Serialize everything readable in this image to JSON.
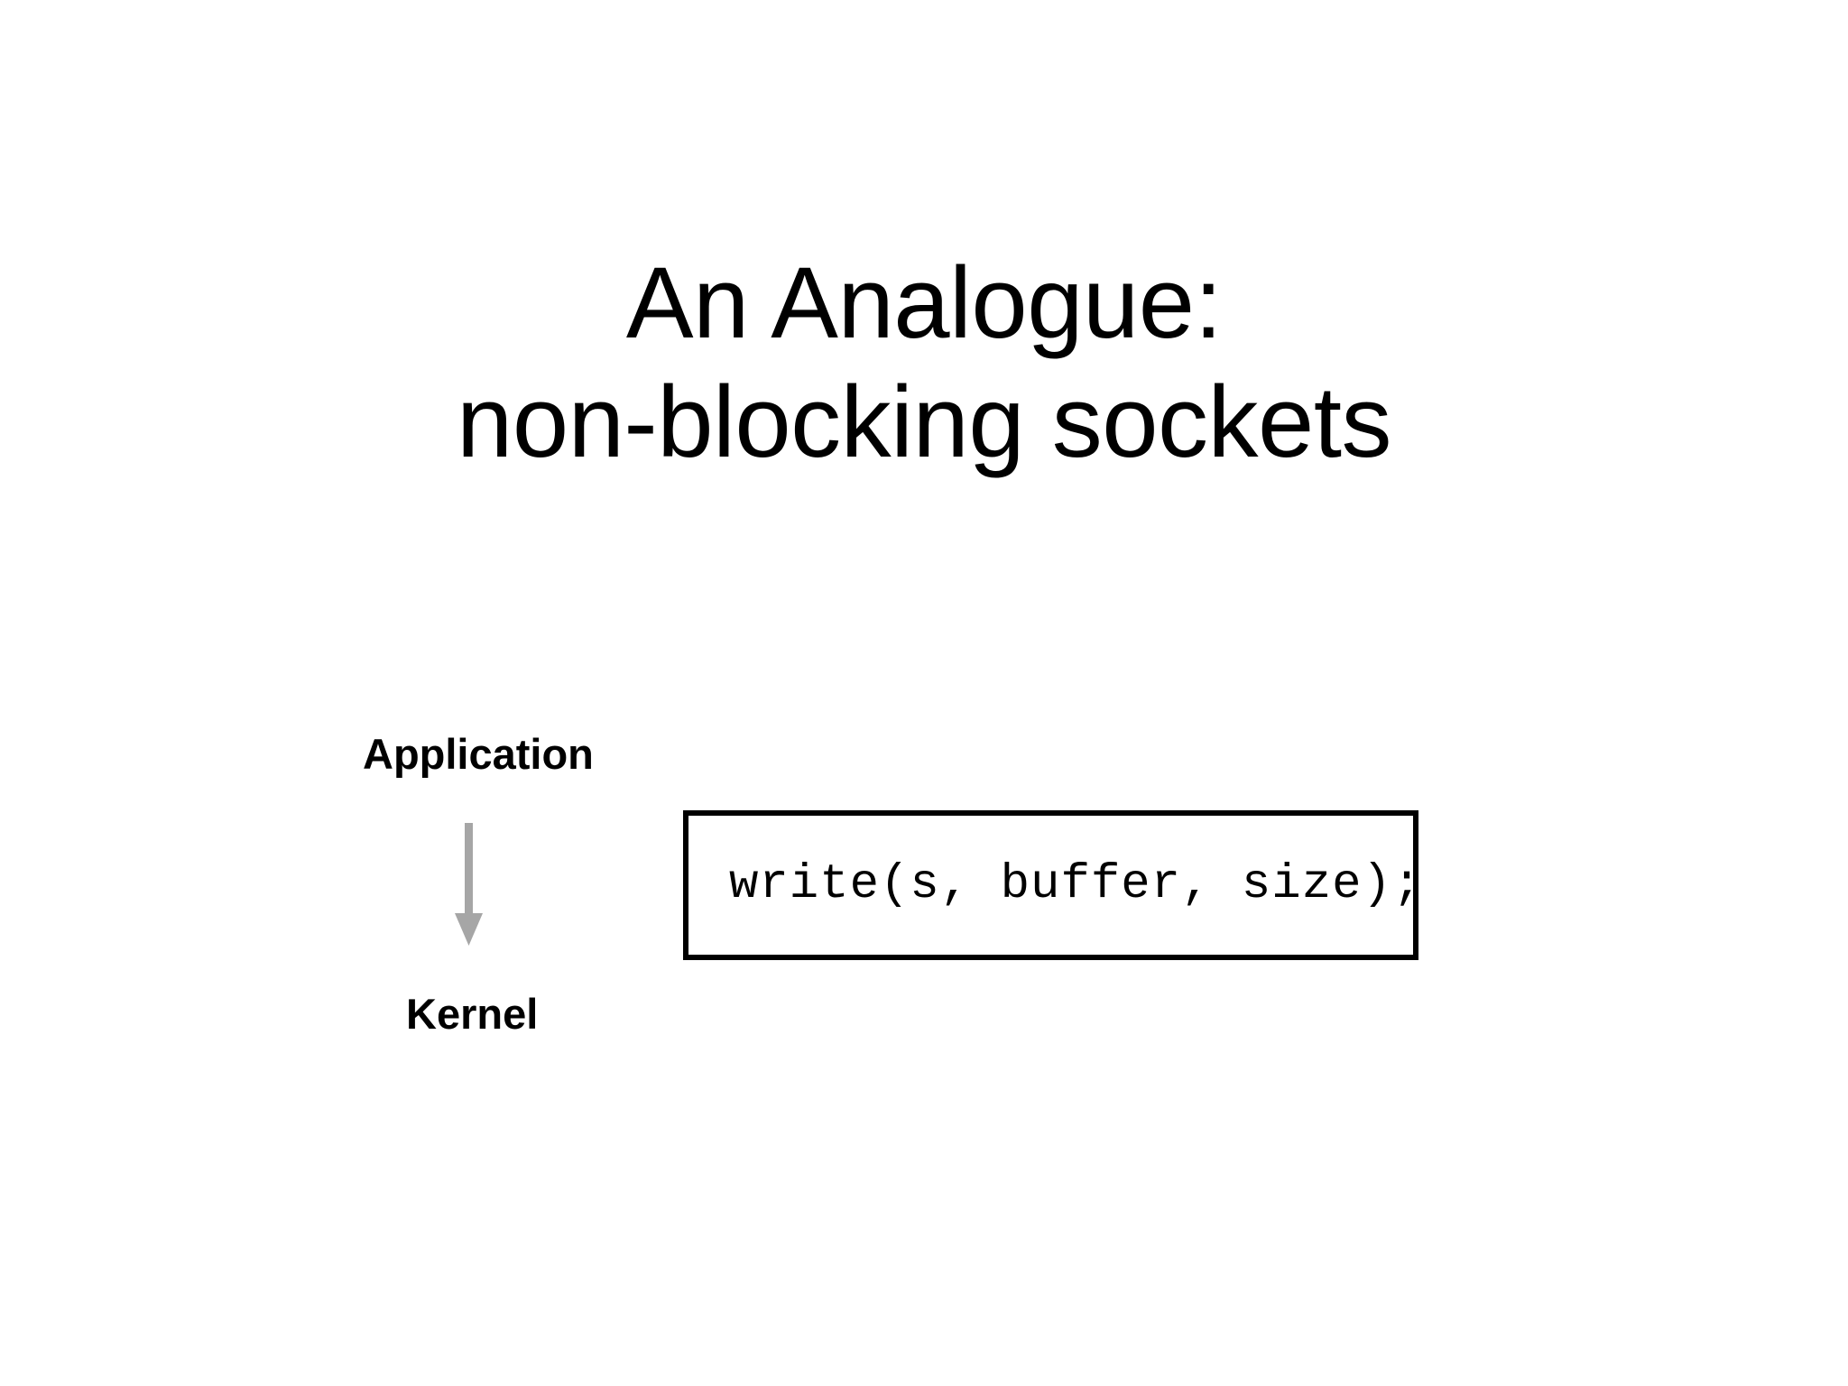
{
  "slide": {
    "background_color": "#FFFFFF",
    "title": "An Analogue:\nnon-blocking sockets",
    "title_line_1": "An Analogue:",
    "title_line_2": "non-blocking sockets"
  },
  "diagram": {
    "application_label": "Application",
    "kernel_label": "Kernel",
    "arrow": {
      "direction": "down",
      "color": "#A6A6A6",
      "semantic": "application-to-kernel-arrow"
    }
  },
  "code_box": {
    "code": "write(s, buffer, size);",
    "border_color": "#000000",
    "text_color": "#000000",
    "background_color": "#FFFFFF"
  }
}
